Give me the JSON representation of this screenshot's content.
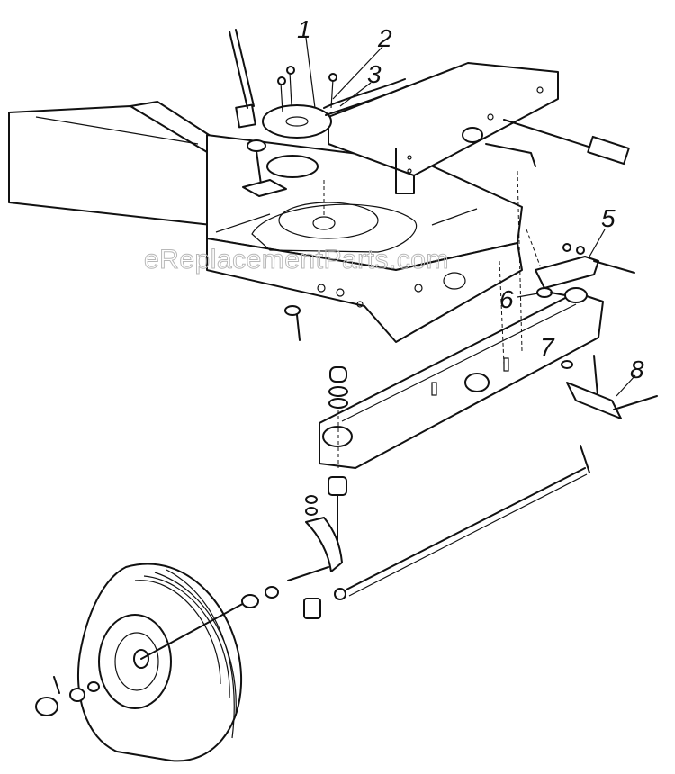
{
  "watermark": "eReplacementParts.com",
  "callouts": [
    {
      "label": "1"
    },
    {
      "label": "2"
    },
    {
      "label": "3"
    },
    {
      "label": "5"
    },
    {
      "label": "6"
    },
    {
      "label": "7"
    },
    {
      "label": "8"
    }
  ]
}
